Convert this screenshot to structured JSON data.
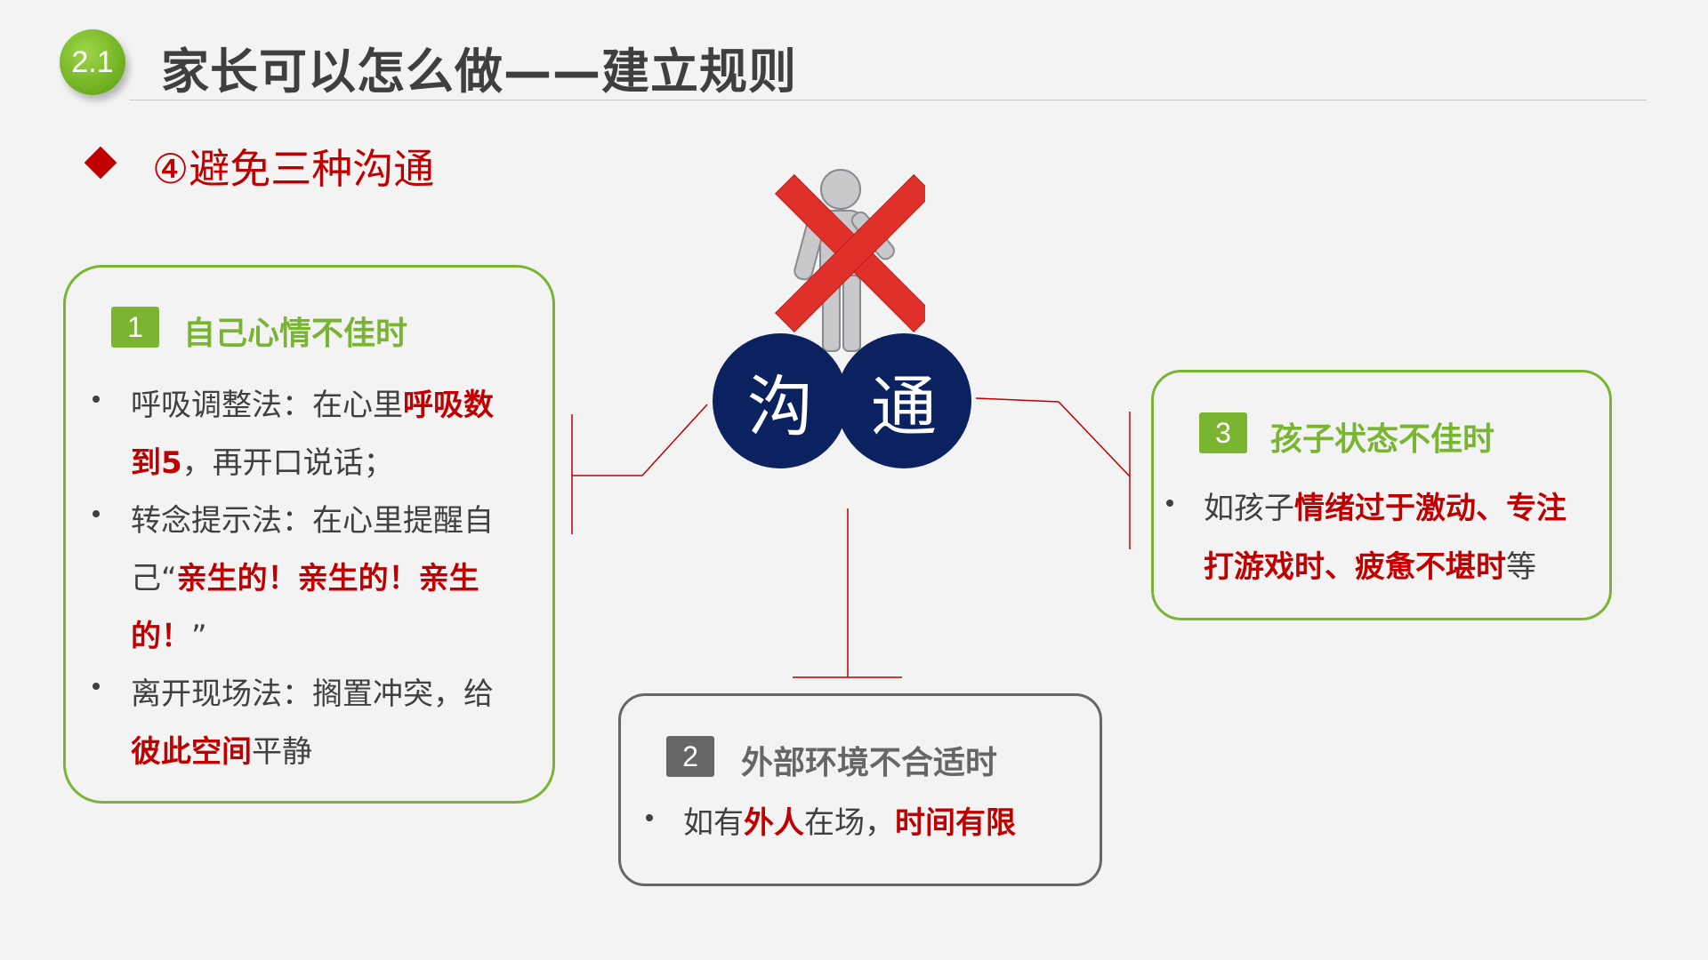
{
  "header": {
    "section_number": "2.1",
    "title": "家长可以怎么做——建立规则"
  },
  "subtitle": "④避免三种沟通",
  "center": {
    "left_char": "沟",
    "right_char": "通"
  },
  "box1": {
    "badge": "1",
    "title": "自己心情不佳时",
    "lines": [
      [
        {
          "t": "呼吸调整法：在心里",
          "h": false
        },
        {
          "t": "呼吸数",
          "h": true
        }
      ],
      [
        {
          "t": "到5",
          "h": true
        },
        {
          "t": "，再开口说话；",
          "h": false
        }
      ],
      [
        {
          "t": "转念提示法：在心里提醒自",
          "h": false
        }
      ],
      [
        {
          "t": "己“",
          "h": false
        },
        {
          "t": "亲生的！亲生的！亲生",
          "h": true
        }
      ],
      [
        {
          "t": "的！",
          "h": true
        },
        {
          "t": "”",
          "h": false
        }
      ],
      [
        {
          "t": "离开现场法：搁置冲突，给",
          "h": false
        }
      ],
      [
        {
          "t": "彼此空间",
          "h": true
        },
        {
          "t": "平静",
          "h": false
        }
      ]
    ]
  },
  "box2": {
    "badge": "2",
    "title": "外部环境不合适时",
    "lines": [
      [
        {
          "t": "如有",
          "h": false
        },
        {
          "t": "外人",
          "h": true
        },
        {
          "t": "在场，",
          "h": false
        },
        {
          "t": "时间有限",
          "h": true
        }
      ]
    ]
  },
  "box3": {
    "badge": "3",
    "title": "孩子状态不佳时",
    "lines": [
      [
        {
          "t": "如孩子",
          "h": false
        },
        {
          "t": "情绪过于激动、专注",
          "h": true
        }
      ],
      [
        {
          "t": "打游戏时、疲惫不堪时",
          "h": true
        },
        {
          "t": "等",
          "h": false
        }
      ]
    ]
  },
  "colors": {
    "green": "#7ab532",
    "red": "#c00000",
    "navy": "#0b2160",
    "gray": "#666666"
  }
}
